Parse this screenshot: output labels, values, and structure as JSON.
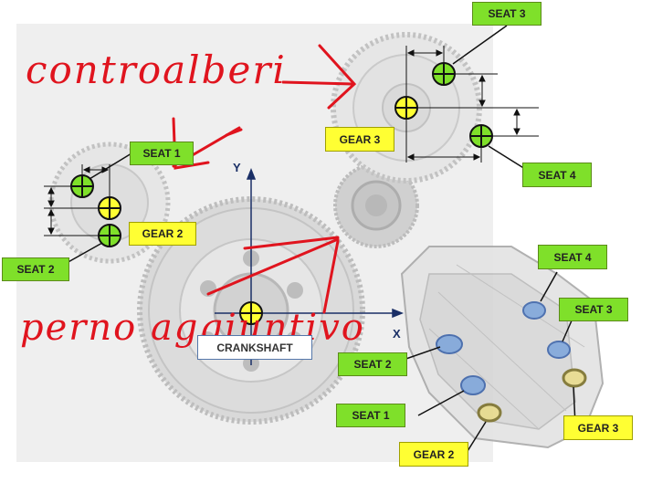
{
  "handwritten": {
    "top": "controalberi",
    "bottom": "perno aggiuntivo"
  },
  "axes": {
    "y_label": "Y",
    "x_label": "X"
  },
  "labels": {
    "seat3_top": "SEAT 3",
    "gear3_top": "GEAR 3",
    "seat4_top": "SEAT 4",
    "seat1_left": "SEAT 1",
    "gear2_left": "GEAR 2",
    "seat2_left": "SEAT 2",
    "crankshaft": "CRANKSHAFT",
    "seat4_right": "SEAT 4",
    "seat3_right": "SEAT 3",
    "seat2_right": "SEAT 2",
    "seat1_right": "SEAT 1",
    "gear3_right": "GEAR 3",
    "gear2_right": "GEAR 2"
  },
  "colors": {
    "seat_green": "#7fe02a",
    "gear_yellow": "#ffff33",
    "annotation_red": "#e0141e",
    "axis_blue": "#1a2f66"
  }
}
